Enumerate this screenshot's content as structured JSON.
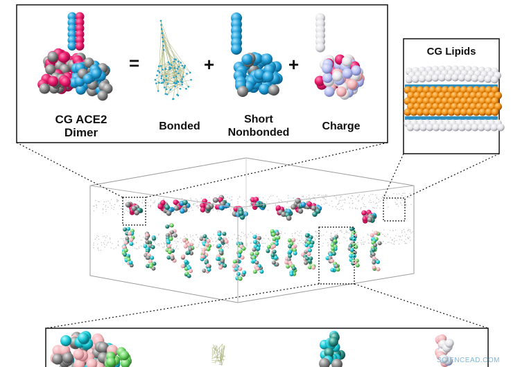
{
  "top_panel": {
    "dimer_label_line1": "CG ACE2",
    "dimer_label_line2": "Dimer",
    "equals": "=",
    "plus": "+",
    "bonded_label": "Bonded",
    "short_label_line1": "Short",
    "short_label_line2": "Nonbonded",
    "charge_label": "Charge"
  },
  "lipids_panel": {
    "title": "CG Lipids"
  },
  "watermark": "SCIENCEAD.COM",
  "colors": {
    "pink": "#e8196a",
    "blue": "#1f9fd8",
    "gray": "#8a8a8a",
    "orange": "#f39217",
    "cyan": "#19c9d6",
    "light_pink": "#f2b7bb"
  }
}
